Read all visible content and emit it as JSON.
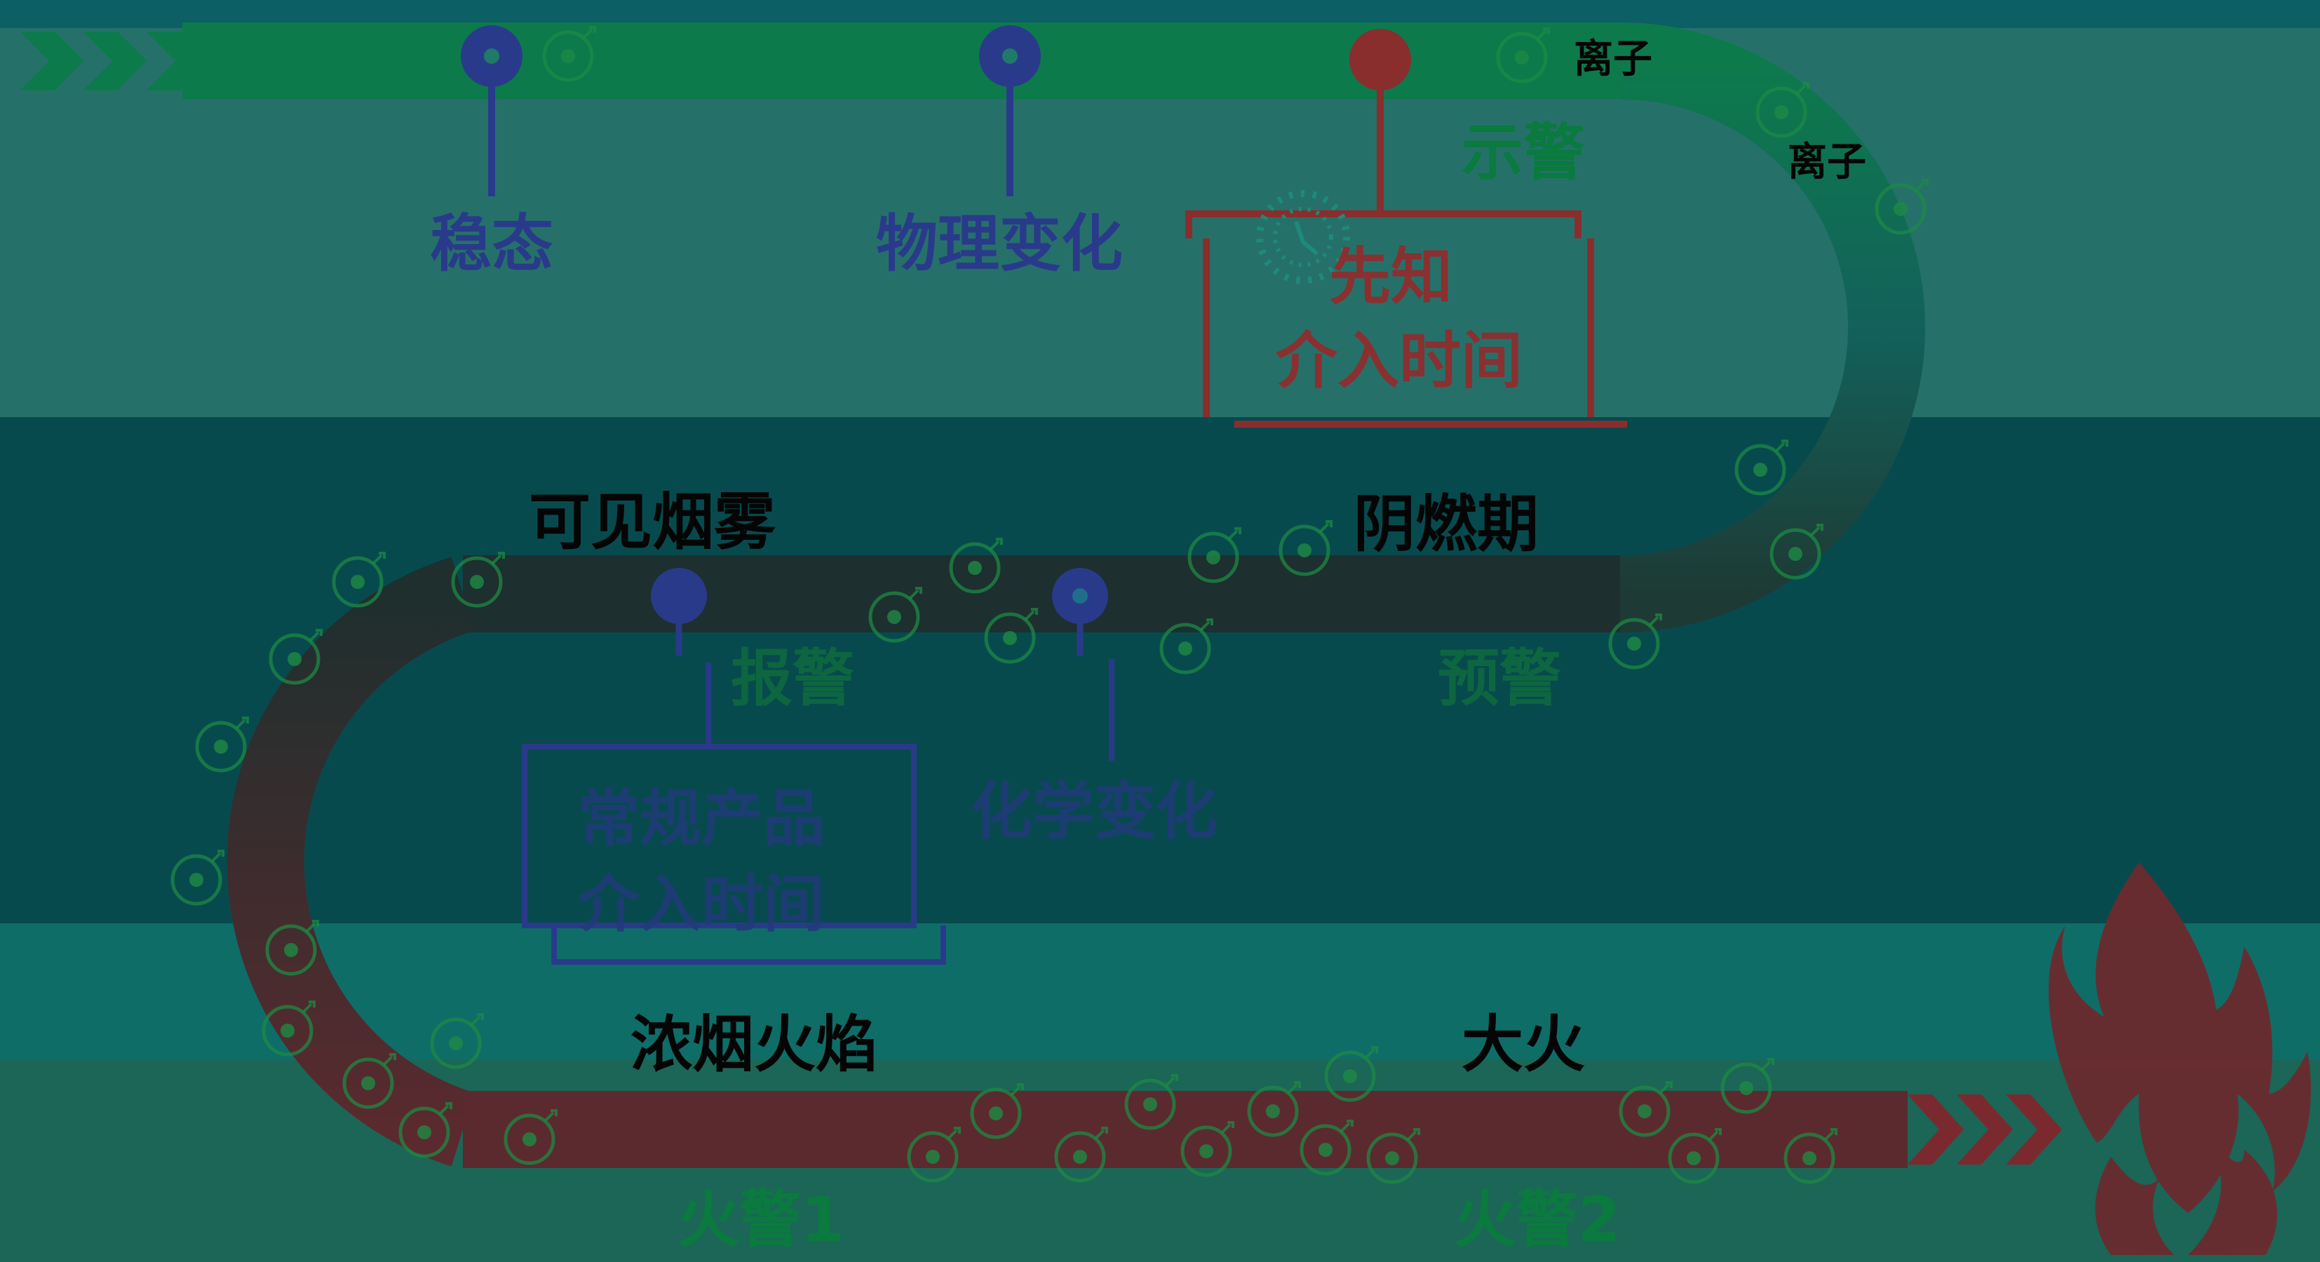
{
  "bands": [
    {
      "name": "band-top-strip",
      "color": "#0c5f64"
    },
    {
      "name": "band-1",
      "color": "#25716a"
    },
    {
      "name": "band-2",
      "color": "#074a4e"
    },
    {
      "name": "band-3",
      "color": "#0f6d68"
    },
    {
      "name": "band-4",
      "color": "#1b6656"
    }
  ],
  "colors": {
    "path_green": "#0d7a4c",
    "path_dark": "#1d2f2f",
    "path_red": "#5a2a2e",
    "navy": "#2a3a8a",
    "red_pin": "#8a2d2d",
    "particle": "#1e8a44"
  },
  "diagram": {
    "stages": {
      "steady": "稳态",
      "physical_change": "物理变化",
      "visible_smoke": "可见烟雾",
      "smoldering": "阴燃期",
      "chemical_change": "化学变化",
      "dense_smoke_flame": "浓烟火焰",
      "big_fire": "大火"
    },
    "ions": [
      "离子",
      "离子"
    ],
    "alerts": {
      "warning_show": "示警",
      "alarm": "报警",
      "early_warning": "预警",
      "fire_alarm_1": "火警1",
      "fire_alarm_2": "火警2"
    },
    "boxes": {
      "prior_knowledge": {
        "line1": "先知",
        "line2": "介入时间"
      },
      "conventional": {
        "line1": "常规产品",
        "line2": "介入时间"
      }
    },
    "icons": [
      "chevron-arrows-icon",
      "chevron-arrows-icon",
      "fire-icon",
      "clock-icon",
      "ion-particle-icon"
    ]
  }
}
